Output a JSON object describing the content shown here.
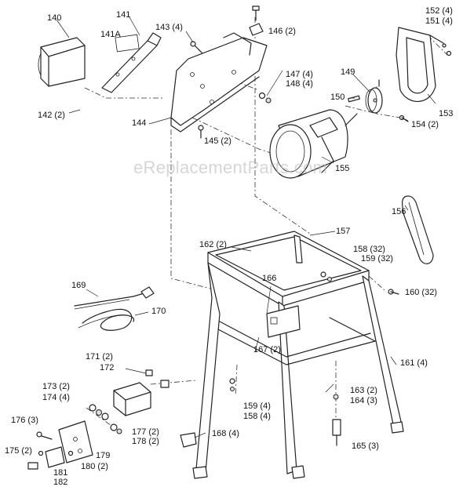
{
  "watermark": "eReplacementParts.com",
  "callouts": {
    "c140": "140",
    "c141": "141",
    "c141a": "141A",
    "c142": "142 (2)",
    "c143": "143 (4)",
    "c144": "144",
    "c145": "145 (2)",
    "c146": "146 (2)",
    "c147": "147 (4)",
    "c148": "148 (4)",
    "c149": "149",
    "c150": "150",
    "c151": "151 (4)",
    "c152": "152 (4)",
    "c153": "153",
    "c154": "154 (2)",
    "c155": "155",
    "c156": "156",
    "c157": "157",
    "c158a": "158 (32)",
    "c159a": "159 (32)",
    "c160": "160 (32)",
    "c161": "161 (4)",
    "c162": "162 (2)",
    "c163": "163 (2)",
    "c164": "164 (3)",
    "c165": "165 (3)",
    "c166": "166",
    "c167": "167 (2)",
    "c168": "168 (4)",
    "c169": "169",
    "c170": "170",
    "c171": "171 (2)",
    "c172": "172",
    "c173": "173 (2)",
    "c174": "174 (4)",
    "c175": "175 (2)",
    "c176": "176 (3)",
    "c177": "177 (2)",
    "c178": "178 (2)",
    "c179": "179",
    "c180": "180 (2)",
    "c181": "181",
    "c182": "182",
    "c159b": "159 (4)",
    "c158b": "158 (4)"
  }
}
